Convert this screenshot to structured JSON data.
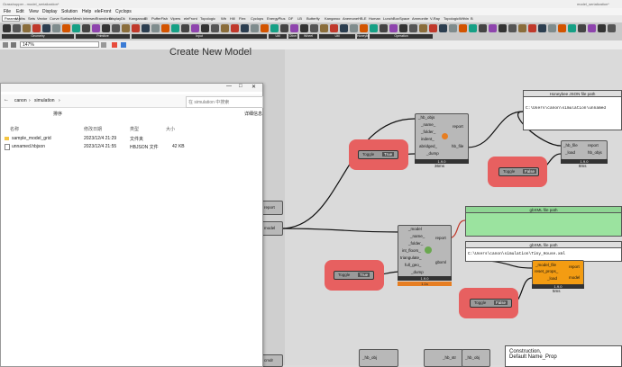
{
  "window": {
    "title": "Grasshopper - model_serialization*",
    "doc_title": "model_serialization*"
  },
  "menu": [
    "File",
    "Edit",
    "View",
    "Display",
    "Solution",
    "Help",
    "eleFront",
    "Cyclops"
  ],
  "tabs": [
    "Params",
    "Maths",
    "Sets",
    "Vector",
    "Curve",
    "Surface",
    "Mesh",
    "Intersect",
    "Transform",
    "Display",
    "Dk",
    "Kangaroo2",
    "Ki",
    "PufferFish",
    "Vipers",
    "eleFront",
    "Topologic",
    "Wb",
    "Hill",
    "Flex",
    "Cyclops",
    "EnergyPlus",
    "DF",
    "LB",
    "Butterfly",
    "Kangaroo",
    "Anemone",
    "HB-E",
    "Human",
    "LunchBox",
    "Space",
    "Ammonite",
    "V-Ray",
    "TopologicWithin",
    "B"
  ],
  "ribbon_groups": [
    "Geometry",
    "Primitive",
    "Input",
    "Util",
    "Other",
    "Wheel",
    "Util",
    "Honeybee",
    "Operation"
  ],
  "zoom": "147%",
  "canvas": {
    "heading": "Create New Model"
  },
  "explorer": {
    "path": [
      "canon",
      "simulation"
    ],
    "search_placeholder": "在 simulation 中搜索",
    "toolbar": {
      "sort": "排序",
      "details": "详细信息"
    },
    "columns": [
      "名称",
      "修改日期",
      "类型",
      "大小"
    ],
    "rows": [
      {
        "name": "sample_model_grid",
        "date": "2023/12/4 21:29",
        "type": "文件夹",
        "size": ""
      },
      {
        "name": "unnamed.hbjson",
        "date": "2023/12/4 21:55",
        "type": "HBJSON 文件",
        "size": "42 KB"
      }
    ]
  },
  "components": {
    "dump_model": {
      "inputs": [
        "_hb_objs",
        "_name_",
        "_folder_",
        "indent_",
        "abridged_",
        "_dump"
      ],
      "outputs": [
        "report",
        "hb_file"
      ],
      "status": "1.9.0",
      "time": "36ms"
    },
    "gbxml": {
      "inputs": [
        "_model",
        "_name_",
        "_folder_",
        "int_floors_",
        "triangulate_",
        "full_geo_",
        "_dump"
      ],
      "outputs": [
        "report",
        "gbxml"
      ],
      "status": "1.9.0",
      "time": "1.1s"
    },
    "load_objs": {
      "inputs": [
        "_hb_file",
        "_load"
      ],
      "outputs": [
        "report",
        "hb_objs"
      ],
      "status": "1.9.0",
      "time": "8ms"
    },
    "model_to_rad": {
      "inputs": [
        "_model_file",
        "reset_props_",
        "_load"
      ],
      "outputs": [
        "report",
        "model"
      ],
      "status": "1.9.0",
      "time": "5ms"
    },
    "hb_json_panel": {
      "title": "Honeybee JSON file path",
      "text": "C:\\Users\\canon\\simulation\\unnamed"
    },
    "gbxml_panel_green": {
      "title": "gbXML file path"
    },
    "gbxml_panel": {
      "title": "gbXML file path",
      "text": "C:\\Users\\canon\\simulation\\Tiny_House.xml"
    },
    "toggles": [
      "Toggle",
      "Toggle",
      "Toggle",
      "Toggle"
    ],
    "toggle_values": [
      "True",
      "False",
      "True",
      "False"
    ],
    "left_ports": [
      "report",
      "model",
      "report",
      "cmdr"
    ],
    "bottom_ports": [
      "_hb_obj",
      "_hb_str",
      "_hb_obj"
    ],
    "comment": "Construction,\nDefault Name_Prop"
  }
}
